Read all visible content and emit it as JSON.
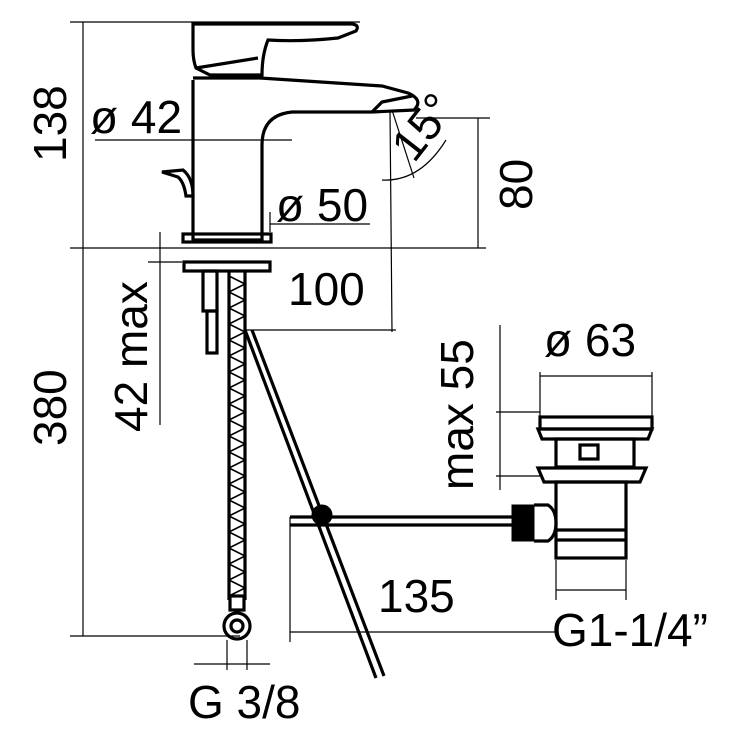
{
  "dimensions": {
    "total_height": "138",
    "base_diameter": "ø 42",
    "spout_angle": "15°",
    "spout_height": "80",
    "body_diameter": "ø 50",
    "spout_reach": "100",
    "max_deck_thickness": "42 max",
    "hose_length": "380",
    "waste_diameter": "ø 63",
    "waste_max_height": "max 55",
    "rod_length": "135",
    "inlet_thread": "G 3/8",
    "waste_thread": "G1-1/4”"
  }
}
